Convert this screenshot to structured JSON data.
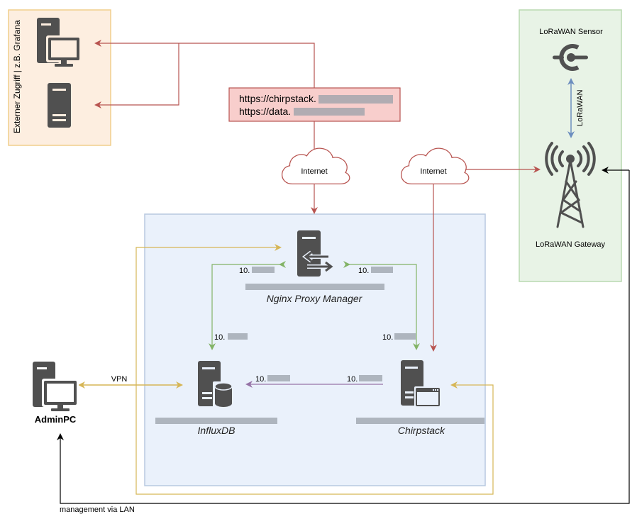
{
  "groups": {
    "external": {
      "label": "Externer Zugriff | z.B. Grafana",
      "fill": "#fdeee0",
      "stroke": "#f0cf8c"
    },
    "lorawan": {
      "fill": "#e8f3e6",
      "stroke": "#b9d9b0"
    },
    "server": {
      "fill": "#eaf1fb",
      "stroke": "#b8c9e0"
    }
  },
  "domains": {
    "line1_prefix": "https://chirpstack.",
    "line2_prefix": "https://data.",
    "fill": "#f8cecc",
    "stroke": "#b85450"
  },
  "clouds": [
    {
      "label": "Internet"
    },
    {
      "label": "Internet"
    }
  ],
  "nodes": {
    "sensor": {
      "label": "LoRaWAN Sensor"
    },
    "gateway": {
      "label": "LoRaWAN Gateway"
    },
    "nginx": {
      "label": "Nginx Proxy Manager"
    },
    "influxdb": {
      "label": "InfluxDB"
    },
    "chirpstack": {
      "label": "Chirpstack"
    },
    "adminpc": {
      "label": "AdminPC"
    }
  },
  "edges": {
    "lorawan_link": "LoRaWAN",
    "vpn": "VPN",
    "management": "management via LAN",
    "ip_nginx_left": "10.",
    "ip_nginx_right": "10.",
    "ip_influx_top": "10.",
    "ip_chirp_top": "10.",
    "ip_influx_right": "10.",
    "ip_chirp_left": "10."
  },
  "colors": {
    "red": "#b85450",
    "green": "#82b366",
    "yellow": "#d6b656",
    "purple": "#9673a6",
    "blue": "#6c8ebf",
    "black": "#000000",
    "icon": "#505050"
  }
}
